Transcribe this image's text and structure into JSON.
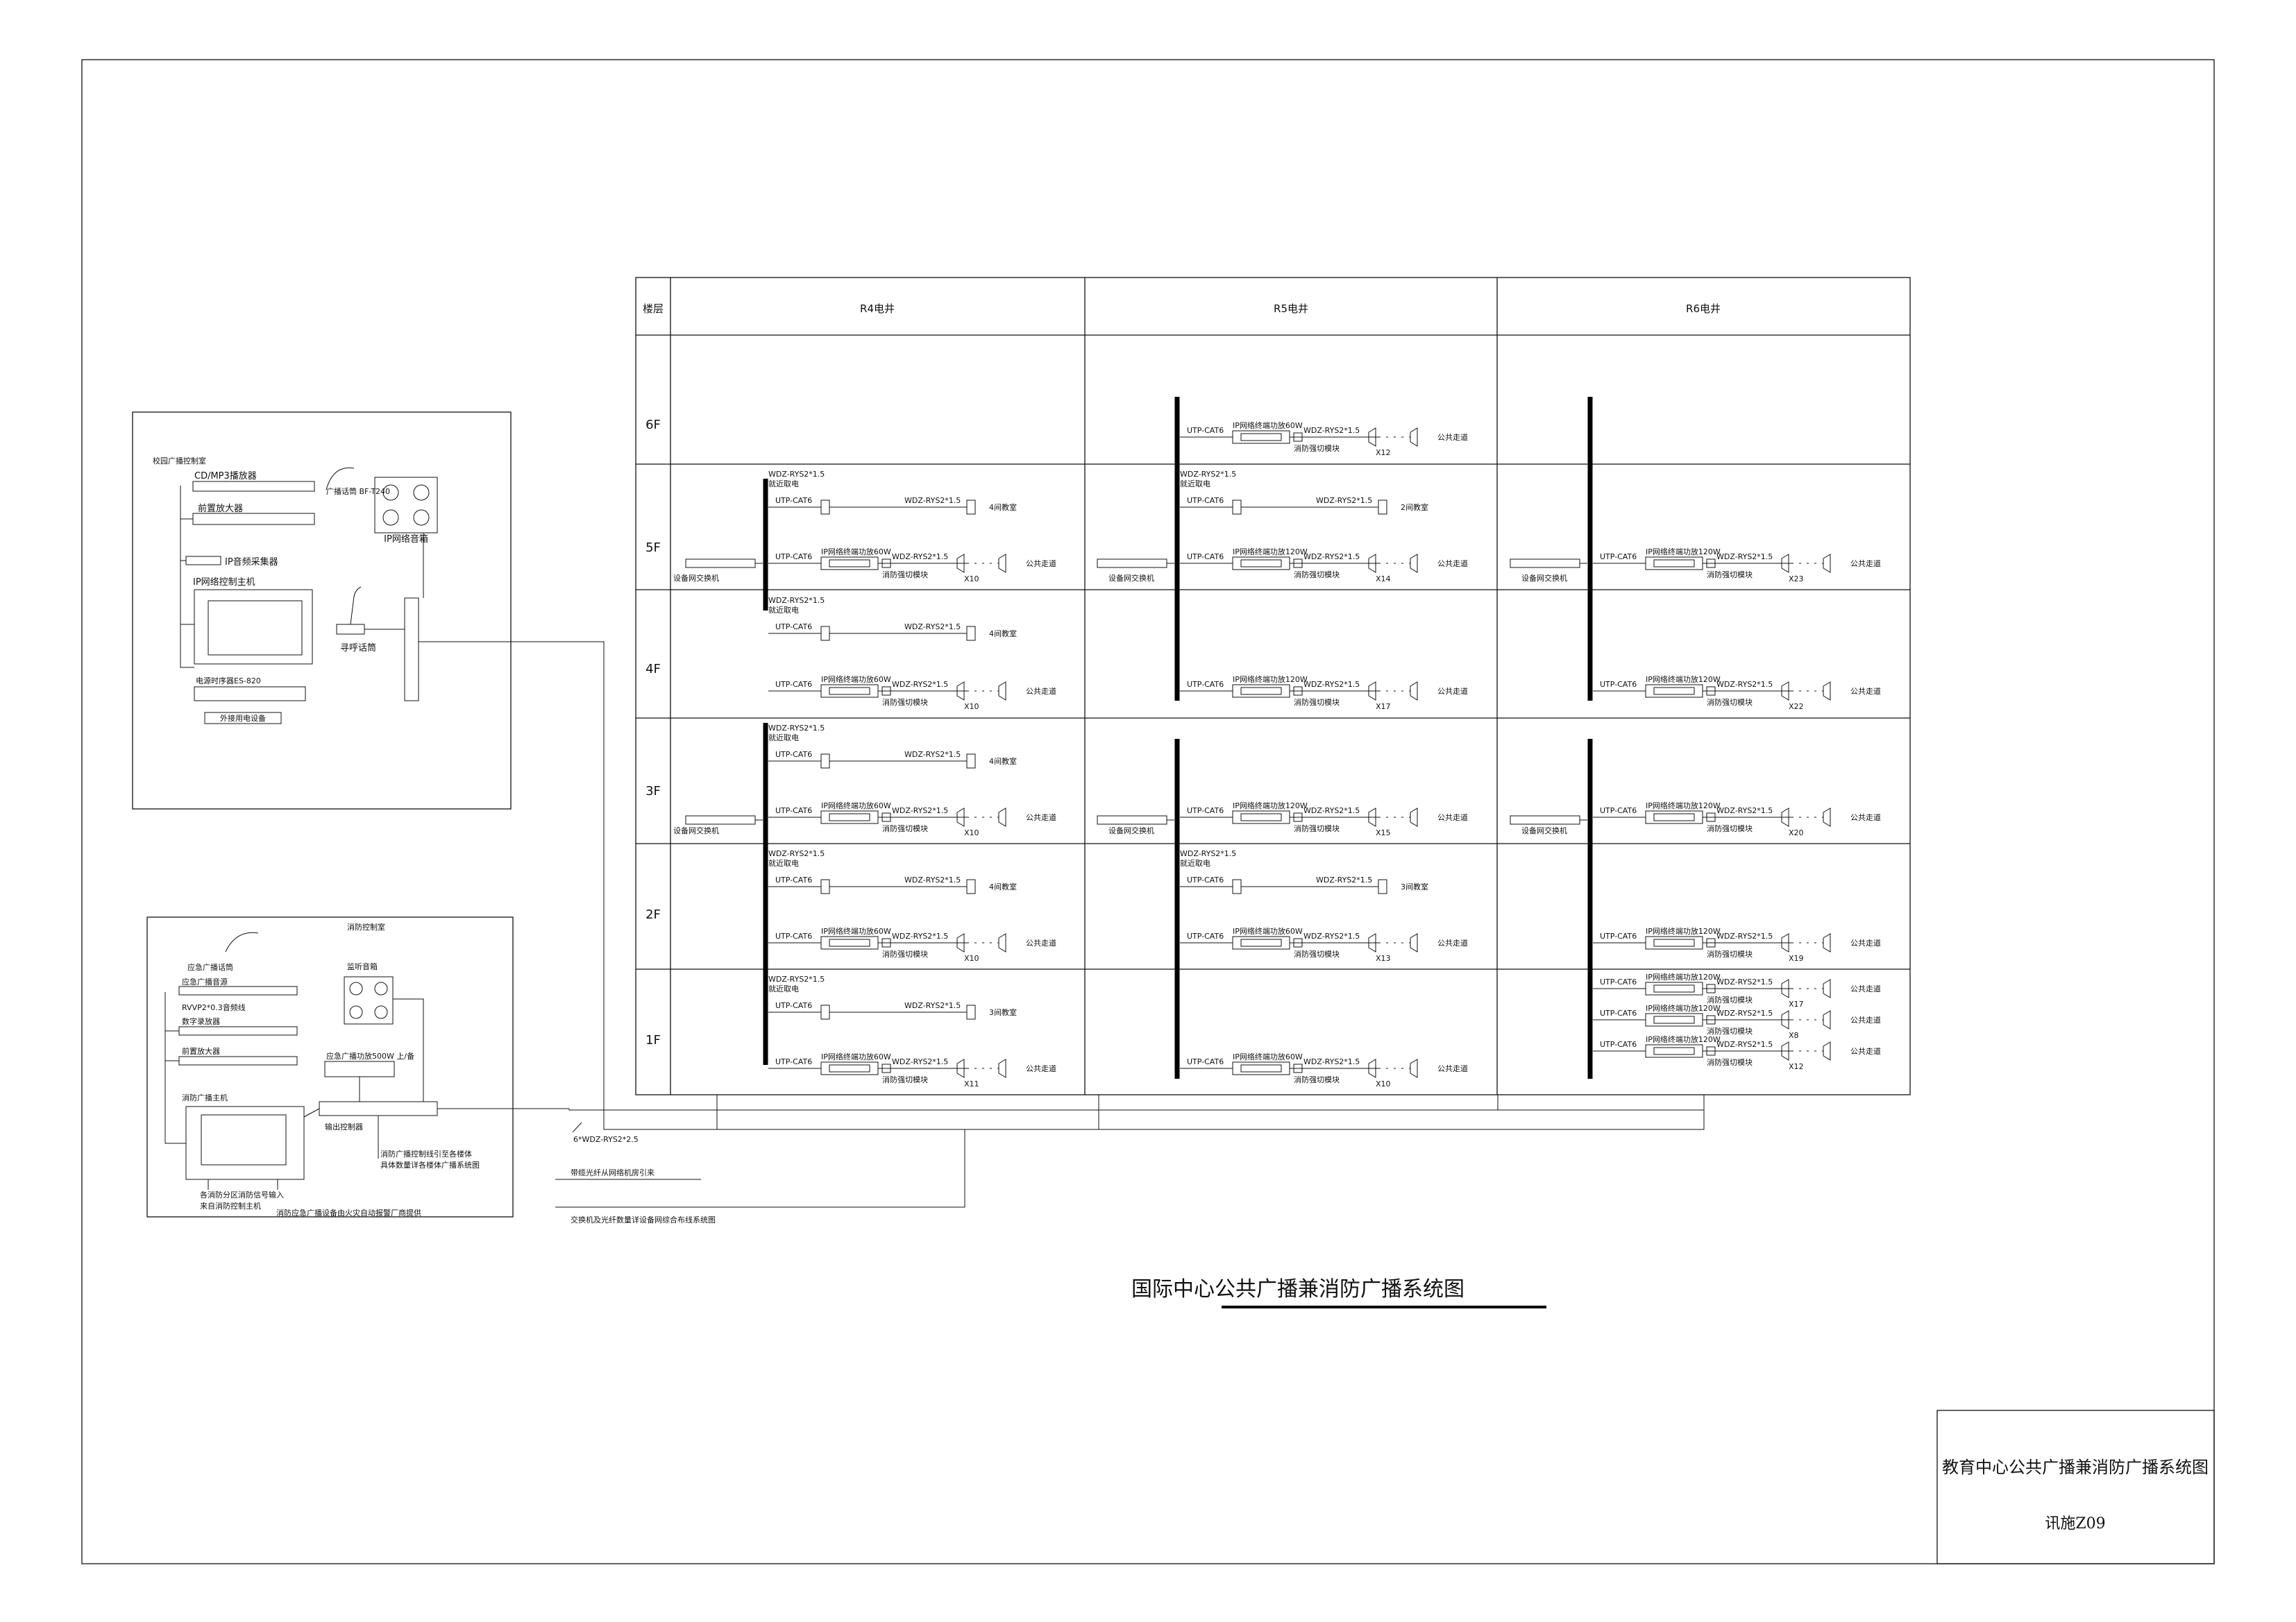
{
  "title_block": {
    "drawing_title": "教育中心公共广播兼消防广播系统图",
    "drawing_number": "讯施Z09"
  },
  "diagram_title": "国际中心公共广播兼消防广播系统图",
  "table": {
    "floor_header": "楼层",
    "columns": [
      "R4电井",
      "R5电井",
      "R6电井"
    ],
    "floors": [
      "6F",
      "5F",
      "4F",
      "3F",
      "2F",
      "1F"
    ]
  },
  "labels": {
    "utp": "UTP-CAT6",
    "wdz": "WDZ-RYS2*1.5",
    "weak_power": "就近取电",
    "switch": "设备网交换机",
    "amp60": "IP网络终端功放60W",
    "amp120": "IP网络终端功放120W",
    "fire_module": "消防强切模块",
    "corridor": "公共走道"
  },
  "zones": {
    "r4_5f": {
      "room": "4间教室",
      "spk": "X10"
    },
    "r4_4f": {
      "room": "4间教室",
      "spk": "X10"
    },
    "r4_3f": {
      "room": "4间教室",
      "spk": "X10"
    },
    "r4_2f": {
      "room": "4间教室",
      "spk": "X10"
    },
    "r4_1f": {
      "room": "3间教室",
      "spk": "X11"
    },
    "r5_6f": {
      "spk": "X12"
    },
    "r5_5f": {
      "room": "2间教室",
      "spk": "X14"
    },
    "r5_4f": {
      "spk": "X17"
    },
    "r5_3f": {
      "spk": "X15"
    },
    "r5_2f": {
      "room": "3间教室",
      "spk": "X13"
    },
    "r5_1f": {
      "spk": "X10"
    },
    "r6_5f": {
      "spk": "X23"
    },
    "r6_4f": {
      "spk": "X22"
    },
    "r6_3f": {
      "spk": "X20"
    },
    "r6_2f": {
      "spk": "X19"
    },
    "r6_1f": {
      "spk_a": "X17",
      "spk_b": "X8",
      "spk_c": "X12"
    }
  },
  "campus_room": {
    "title": "校园广播控制室",
    "cd": "CD/MP3播放器",
    "preamp": "前置放大器",
    "ip_audio": "IP音频采集器",
    "host": "IP网络控制主机",
    "mic_label": "广播话筒 BF-T240",
    "ip_speaker": "IP网络音箱",
    "call_station": "寻呼话筒",
    "power_seq": "电源时序器ES-820",
    "ext_power": "外接用电设备"
  },
  "fire_room": {
    "title": "消防控制室",
    "mic": "应急广播话筒",
    "player": "应急广播音源",
    "cable_label": "RVVP2*0.3音频线",
    "digital_rec": "数字录放器",
    "preamp": "前置放大器",
    "main": "消防广播主机",
    "monitor": "监听音箱",
    "power_amp": "应急广播功放500W 上/备",
    "output_ctrl": "输出控制器",
    "zone_input": "各消防分区消防信号输入",
    "from_host": "来自消防控制主机",
    "provided_by": "消防应急广播设备由火灾自动报警厂商提供"
  },
  "notes": {
    "cable": "6*WDZ-RYS2*2.5",
    "fire_ctrl_1": "消防广播控制线引至各楼体",
    "fire_ctrl_2": "具体数量详各楼体广播系统图",
    "fiber": "带缆光纤从网络机房引来",
    "switch_note": "交换机及光纤数量详设备网综合布线系统图"
  }
}
